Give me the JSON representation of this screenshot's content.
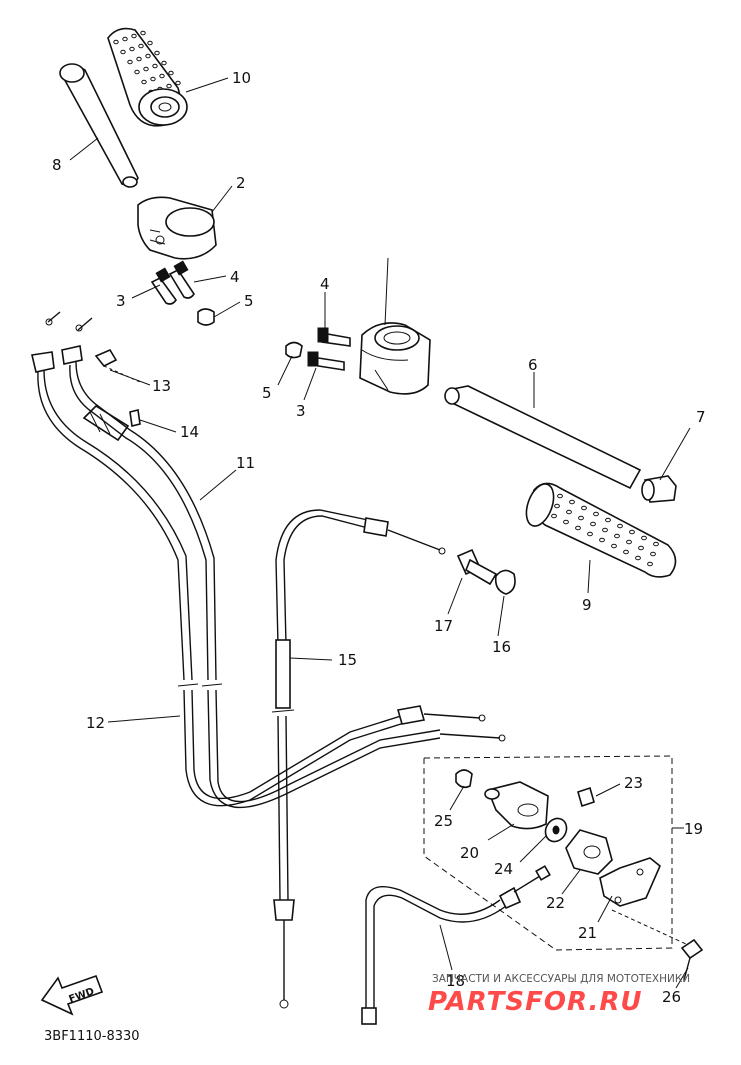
{
  "labels": {
    "p10": "10",
    "p8": "8",
    "p2": "2",
    "p4a": "4",
    "p3a": "3",
    "p5a": "5",
    "p4b": "4",
    "p5b": "5",
    "p3b": "3",
    "p13": "13",
    "p14": "14",
    "p11": "11",
    "p6": "6",
    "p7": "7",
    "p9": "9",
    "p17": "17",
    "p16": "16",
    "p15": "15",
    "p12": "12",
    "p23": "23",
    "p25": "25",
    "p19": "19",
    "p20": "20",
    "p24": "24",
    "p22": "22",
    "p21": "21",
    "p18": "18",
    "p26": "26"
  },
  "fwd_text": "FWD",
  "code": "3BF1110-8330",
  "watermark": {
    "top": "ЗАПЧАСТИ И АКСЕССУАРЫ ДЛЯ МОТОТЕХНИКИ",
    "main": "PARTSFOR.RU"
  }
}
